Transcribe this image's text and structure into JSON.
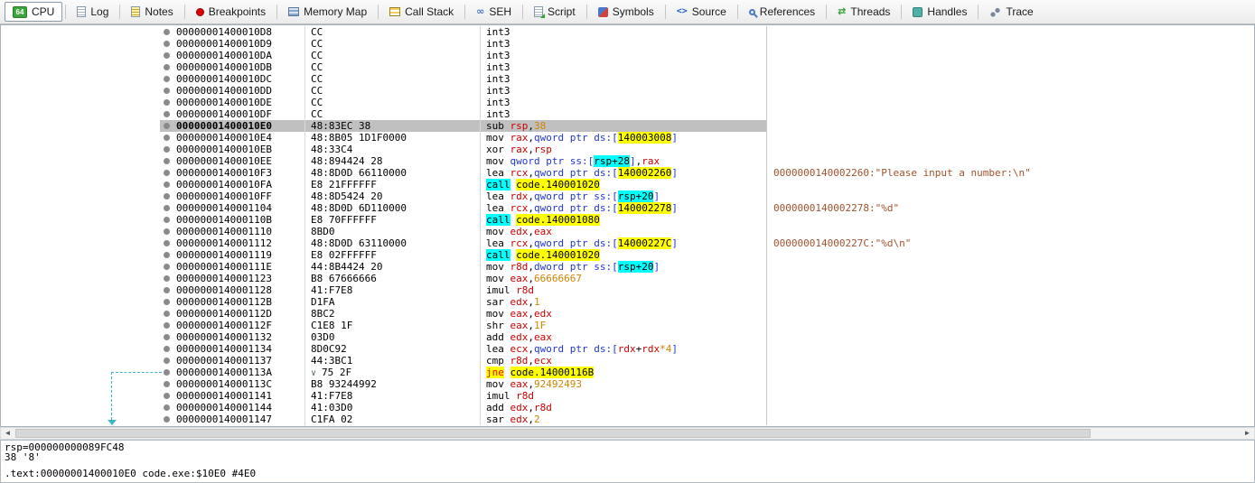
{
  "toolbar": {
    "tabs": [
      {
        "label": "CPU",
        "icon": "cpu-icon",
        "icon_text": "64",
        "active": true
      },
      {
        "label": "Log",
        "icon": "log-icon"
      },
      {
        "label": "Notes",
        "icon": "notes-icon"
      },
      {
        "label": "Breakpoints",
        "icon": "breakpoints-icon"
      },
      {
        "label": "Memory Map",
        "icon": "memory-map-icon"
      },
      {
        "label": "Call Stack",
        "icon": "call-stack-icon"
      },
      {
        "label": "SEH",
        "icon": "seh-icon",
        "icon_text": "∞"
      },
      {
        "label": "Script",
        "icon": "script-icon"
      },
      {
        "label": "Symbols",
        "icon": "symbols-icon"
      },
      {
        "label": "Source",
        "icon": "source-icon",
        "icon_text": "<>"
      },
      {
        "label": "References",
        "icon": "references-icon"
      },
      {
        "label": "Threads",
        "icon": "threads-icon",
        "icon_text": "⇄"
      },
      {
        "label": "Handles",
        "icon": "handles-icon"
      },
      {
        "label": "Trace",
        "icon": "trace-icon"
      }
    ]
  },
  "colors": {
    "register": "#CC0000",
    "immediate": "#CE8500",
    "pointer": "#2036D0",
    "comment": "#A0522D",
    "highlight_yellow": "#FFFF00",
    "highlight_cyan": "#00FFFF",
    "selection": "#C0C0C0",
    "jump_line": "#3CB4C8"
  },
  "disassembly": {
    "rows": [
      {
        "a": "00000001400010D8",
        "b": "CC",
        "d": [
          [
            "int3",
            "mn"
          ]
        ]
      },
      {
        "a": "00000001400010D9",
        "b": "CC",
        "d": [
          [
            "int3",
            "mn"
          ]
        ]
      },
      {
        "a": "00000001400010DA",
        "b": "CC",
        "d": [
          [
            "int3",
            "mn"
          ]
        ]
      },
      {
        "a": "00000001400010DB",
        "b": "CC",
        "d": [
          [
            "int3",
            "mn"
          ]
        ]
      },
      {
        "a": "00000001400010DC",
        "b": "CC",
        "d": [
          [
            "int3",
            "mn"
          ]
        ]
      },
      {
        "a": "00000001400010DD",
        "b": "CC",
        "d": [
          [
            "int3",
            "mn"
          ]
        ]
      },
      {
        "a": "00000001400010DE",
        "b": "CC",
        "d": [
          [
            "int3",
            "mn"
          ]
        ]
      },
      {
        "a": "00000001400010DF",
        "b": "CC",
        "d": [
          [
            "int3",
            "mn"
          ]
        ]
      },
      {
        "a": "00000001400010E0",
        "b": "48:83EC 38",
        "sel": true,
        "d": [
          [
            "sub ",
            "mn"
          ],
          [
            "rsp",
            "reg"
          ],
          [
            ",",
            "pl"
          ],
          [
            "38",
            "num"
          ]
        ]
      },
      {
        "a": "00000001400010E4",
        "b": "48:8B05 1D1F0000",
        "d": [
          [
            "mov ",
            "mn"
          ],
          [
            "rax",
            "reg"
          ],
          [
            ",",
            "pl"
          ],
          [
            "qword ptr ",
            "ptr"
          ],
          [
            "ds:[",
            "ptr"
          ],
          [
            "140003008",
            "yhl"
          ],
          [
            "]",
            "ptr"
          ]
        ]
      },
      {
        "a": "00000001400010EB",
        "b": "48:33C4",
        "d": [
          [
            "xor ",
            "mn"
          ],
          [
            "rax",
            "reg"
          ],
          [
            ",",
            "pl"
          ],
          [
            "rsp",
            "reg"
          ]
        ]
      },
      {
        "a": "00000001400010EE",
        "b": "48:894424 28",
        "d": [
          [
            "mov ",
            "mn"
          ],
          [
            "qword ptr ",
            "ptr"
          ],
          [
            "ss:[",
            "ptr"
          ],
          [
            "rsp+28",
            "chl"
          ],
          [
            "]",
            "ptr"
          ],
          [
            ",",
            "pl"
          ],
          [
            "rax",
            "reg"
          ]
        ]
      },
      {
        "a": "00000001400010F3",
        "b": "48:8D0D 66110000",
        "d": [
          [
            "lea ",
            "mn"
          ],
          [
            "rcx",
            "reg"
          ],
          [
            ",",
            "pl"
          ],
          [
            "qword ptr ",
            "ptr"
          ],
          [
            "ds:[",
            "ptr"
          ],
          [
            "140002260",
            "yhl"
          ],
          [
            "]",
            "ptr"
          ]
        ],
        "c": "0000000140002260:\"Please input a number:\\n\""
      },
      {
        "a": "00000001400010FA",
        "b": "E8 21FFFFFF",
        "d": [
          [
            "call",
            "chl"
          ],
          [
            " ",
            "pl"
          ],
          [
            "code.140001020",
            "yhl"
          ]
        ]
      },
      {
        "a": "00000001400010FF",
        "b": "48:8D5424 20",
        "d": [
          [
            "lea ",
            "mn"
          ],
          [
            "rdx",
            "reg"
          ],
          [
            ",",
            "pl"
          ],
          [
            "qword ptr ",
            "ptr"
          ],
          [
            "ss:[",
            "ptr"
          ],
          [
            "rsp+20",
            "chl"
          ],
          [
            "]",
            "ptr"
          ]
        ]
      },
      {
        "a": "0000000140001104",
        "b": "48:8D0D 6D110000",
        "d": [
          [
            "lea ",
            "mn"
          ],
          [
            "rcx",
            "reg"
          ],
          [
            ",",
            "pl"
          ],
          [
            "qword ptr ",
            "ptr"
          ],
          [
            "ds:[",
            "ptr"
          ],
          [
            "140002278",
            "yhl"
          ],
          [
            "]",
            "ptr"
          ]
        ],
        "c": "0000000140002278:\"%d\""
      },
      {
        "a": "000000014000110B",
        "b": "E8 70FFFFFF",
        "d": [
          [
            "call",
            "chl"
          ],
          [
            " ",
            "pl"
          ],
          [
            "code.140001080",
            "yhl"
          ]
        ]
      },
      {
        "a": "0000000140001110",
        "b": "8BD0",
        "d": [
          [
            "mov ",
            "mn"
          ],
          [
            "edx",
            "reg"
          ],
          [
            ",",
            "pl"
          ],
          [
            "eax",
            "reg"
          ]
        ]
      },
      {
        "a": "0000000140001112",
        "b": "48:8D0D 63110000",
        "d": [
          [
            "lea ",
            "mn"
          ],
          [
            "rcx",
            "reg"
          ],
          [
            ",",
            "pl"
          ],
          [
            "qword ptr ",
            "ptr"
          ],
          [
            "ds:[",
            "ptr"
          ],
          [
            "14000227C",
            "yhl"
          ],
          [
            "]",
            "ptr"
          ]
        ],
        "c": "000000014000227C:\"%d\\n\""
      },
      {
        "a": "0000000140001119",
        "b": "E8 02FFFFFF",
        "d": [
          [
            "call",
            "chl"
          ],
          [
            " ",
            "pl"
          ],
          [
            "code.140001020",
            "yhl"
          ]
        ]
      },
      {
        "a": "000000014000111E",
        "b": "44:8B4424 20",
        "d": [
          [
            "mov ",
            "mn"
          ],
          [
            "r8d",
            "reg"
          ],
          [
            ",",
            "pl"
          ],
          [
            "dword ptr ",
            "ptr"
          ],
          [
            "ss:[",
            "ptr"
          ],
          [
            "rsp+20",
            "chl"
          ],
          [
            "]",
            "ptr"
          ]
        ]
      },
      {
        "a": "0000000140001123",
        "b": "B8 67666666",
        "d": [
          [
            "mov ",
            "mn"
          ],
          [
            "eax",
            "reg"
          ],
          [
            ",",
            "pl"
          ],
          [
            "66666667",
            "num"
          ]
        ]
      },
      {
        "a": "0000000140001128",
        "b": "41:F7E8",
        "d": [
          [
            "imul ",
            "mn"
          ],
          [
            "r8d",
            "reg"
          ]
        ]
      },
      {
        "a": "000000014000112B",
        "b": "D1FA",
        "d": [
          [
            "sar ",
            "mn"
          ],
          [
            "edx",
            "reg"
          ],
          [
            ",",
            "pl"
          ],
          [
            "1",
            "num"
          ]
        ]
      },
      {
        "a": "000000014000112D",
        "b": "8BC2",
        "d": [
          [
            "mov ",
            "mn"
          ],
          [
            "eax",
            "reg"
          ],
          [
            ",",
            "pl"
          ],
          [
            "edx",
            "reg"
          ]
        ]
      },
      {
        "a": "000000014000112F",
        "b": "C1E8 1F",
        "d": [
          [
            "shr ",
            "mn"
          ],
          [
            "eax",
            "reg"
          ],
          [
            ",",
            "pl"
          ],
          [
            "1F",
            "num"
          ]
        ]
      },
      {
        "a": "0000000140001132",
        "b": "03D0",
        "d": [
          [
            "add ",
            "mn"
          ],
          [
            "edx",
            "reg"
          ],
          [
            ",",
            "pl"
          ],
          [
            "eax",
            "reg"
          ]
        ]
      },
      {
        "a": "0000000140001134",
        "b": "8D0C92",
        "d": [
          [
            "lea ",
            "mn"
          ],
          [
            "ecx",
            "reg"
          ],
          [
            ",",
            "pl"
          ],
          [
            "qword ptr ",
            "ptr"
          ],
          [
            "ds:[",
            "ptr"
          ],
          [
            "rdx",
            "reg"
          ],
          [
            "+",
            "pl"
          ],
          [
            "rdx",
            "reg"
          ],
          [
            "*4",
            "num"
          ],
          [
            "]",
            "ptr"
          ]
        ]
      },
      {
        "a": "0000000140001137",
        "b": "44:3BC1",
        "d": [
          [
            "cmp ",
            "mn"
          ],
          [
            "r8d",
            "reg"
          ],
          [
            ",",
            "pl"
          ],
          [
            "ecx",
            "reg"
          ]
        ]
      },
      {
        "a": "000000014000113A",
        "b": "75 2F",
        "bp": "∨ ",
        "d": [
          [
            "jne",
            "jne"
          ],
          [
            " ",
            "pl"
          ],
          [
            "code.14000116B",
            "yhl"
          ]
        ]
      },
      {
        "a": "000000014000113C",
        "b": "B8 93244992",
        "d": [
          [
            "mov ",
            "mn"
          ],
          [
            "eax",
            "reg"
          ],
          [
            ",",
            "pl"
          ],
          [
            "92492493",
            "num"
          ]
        ]
      },
      {
        "a": "0000000140001141",
        "b": "41:F7E8",
        "d": [
          [
            "imul ",
            "mn"
          ],
          [
            "r8d",
            "reg"
          ]
        ]
      },
      {
        "a": "0000000140001144",
        "b": "41:03D0",
        "d": [
          [
            "add ",
            "mn"
          ],
          [
            "edx",
            "reg"
          ],
          [
            ",",
            "pl"
          ],
          [
            "r8d",
            "reg"
          ]
        ]
      },
      {
        "a": "0000000140001147",
        "b": "C1FA 02",
        "d": [
          [
            "sar ",
            "mn"
          ],
          [
            "edx",
            "reg"
          ],
          [
            ",",
            "pl"
          ],
          [
            "2",
            "num"
          ]
        ]
      }
    ]
  },
  "info_panel": {
    "line1": "rsp=000000000089FC48",
    "line2": "38 '8'",
    "status": ".text:00000001400010E0 code.exe:$10E0 #4E0"
  }
}
